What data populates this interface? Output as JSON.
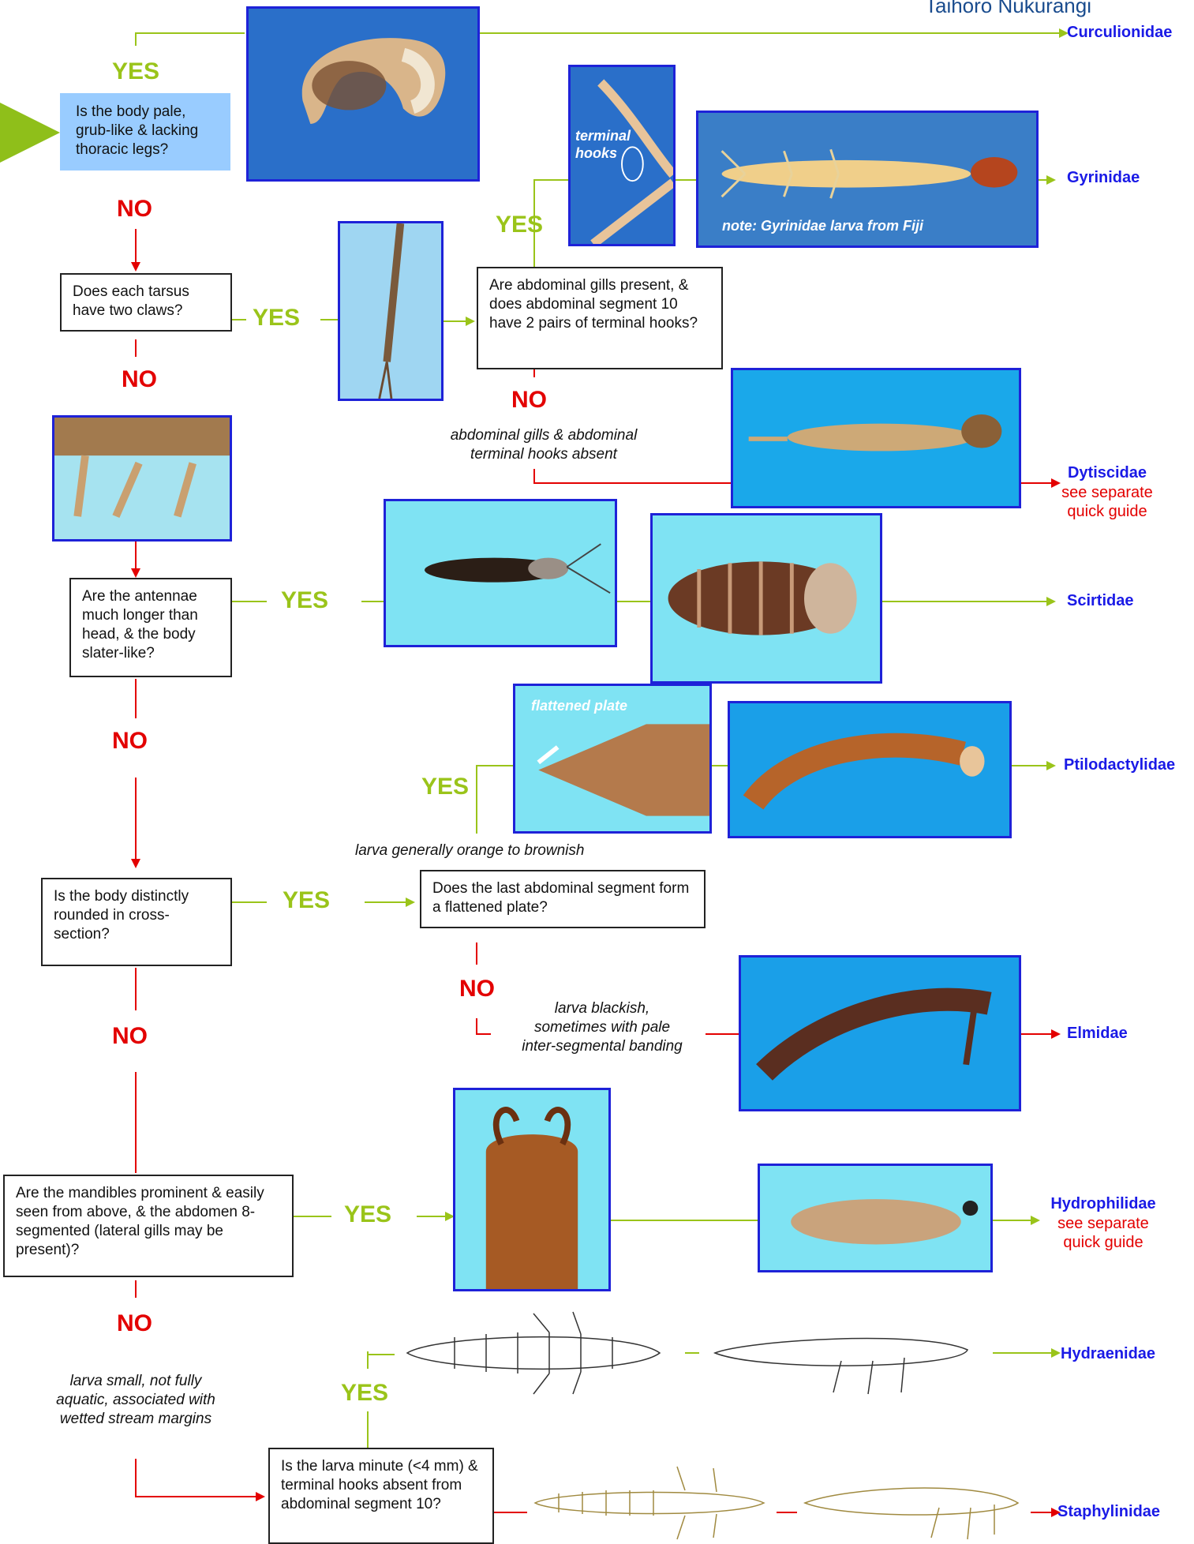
{
  "header": {
    "org": "Taihoro Nukurangi"
  },
  "questions": {
    "q1": "Is the body pale, grub-like & lacking thoracic legs?",
    "q2": "Does each tarsus have two claws?",
    "q3": "Are abdominal gills present, & does abdominal segment 10 have 2 pairs of terminal hooks?",
    "q4": "Are the antennae much longer than head, & the body slater-like?",
    "q5": "Is the body distinctly rounded in cross-section?",
    "q6": "Does the last abdominal segment form a flattened plate?",
    "q7": "Are the mandibles prominent & easily seen from above, & the abdomen 8-segmented (lateral gills may be present)?",
    "q8": "Is the larva minute (<4 mm) & terminal hooks absent from abdominal segment 10?"
  },
  "labels": {
    "yes": "YES",
    "no": "NO"
  },
  "notes": {
    "gills_absent": "abdominal gills & abdominal terminal hooks absent",
    "orange": "larva generally orange  to brownish",
    "blackish": "larva blackish, sometimes with pale inter-segmental banding",
    "small": "larva small, not fully aquatic, associated with wetted stream margins",
    "see_separate": "see separate quick guide"
  },
  "overlays": {
    "terminal_hooks": "terminal hooks",
    "fiji": "note: Gyrinidae larva from Fiji",
    "flattened_plate": "flattened plate"
  },
  "families": {
    "curculionidae": "Curculionidae",
    "gyrinidae": "Gyrinidae",
    "dytiscidae": "Dytiscidae",
    "scirtidae": "Scirtidae",
    "ptilodactylidae": "Ptilodactylidae",
    "elmidae": "Elmidae",
    "hydrophilidae": "Hydrophilidae",
    "hydraenidae": "Hydraenidae",
    "staphylinidae": "Staphylinidae"
  },
  "colors": {
    "yes": "#9ac41a",
    "no": "#e30000",
    "family": "#1a1ae6",
    "photo_border": "#1e22d8",
    "question_highlight": "#99ccff"
  }
}
